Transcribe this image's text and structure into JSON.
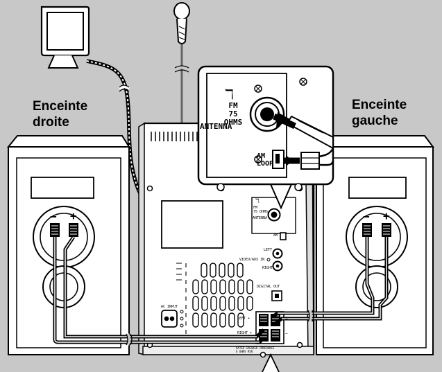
{
  "speakers": {
    "right_label_line1": "Enceinte",
    "right_label_line2": "droite",
    "left_label_line1": "Enceinte",
    "left_label_line2": "gauche",
    "minus": "−",
    "plus": "+"
  },
  "inset": {
    "antenna_symbol": "ℸ",
    "fm_line1": "FM",
    "fm_line2": "75 OHMS",
    "antenna": "ANTENNA",
    "am_line1": "AM",
    "am_line2": "LOOP"
  },
  "unit": {
    "antenna_symbol": "ℸ",
    "fm_line1": "FM",
    "fm_line2": "75 OHMS",
    "antenna": "ANTENNA",
    "am": "AM",
    "left": "LEFT",
    "video_aux_in": "VIDEO/AUX IN",
    "right": "RIGHT",
    "digital_out": "DIGITAL OUT",
    "ac_input": "AC INPUT",
    "speaker_left": "LEFT +",
    "speaker_right": "RIGHT +",
    "minus": "−",
    "rated_line1": "RATED SPEAKER IMPEDANCE",
    "rated_line2": "6 OHMS MIN"
  }
}
